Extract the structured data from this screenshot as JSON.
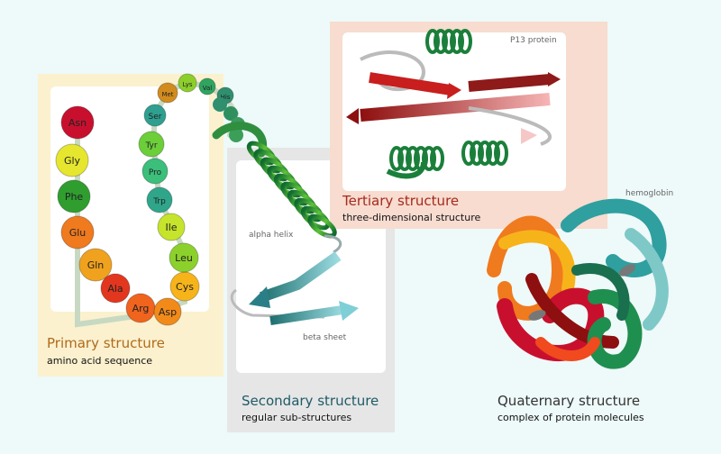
{
  "primary": {
    "title": "Primary structure",
    "subtitle": "amino acid sequence",
    "residues": [
      {
        "name": "Asn",
        "color": "#c8102e"
      },
      {
        "name": "Gly",
        "color": "#e6e62e"
      },
      {
        "name": "Phe",
        "color": "#2f9e2f"
      },
      {
        "name": "Glu",
        "color": "#f07a1e"
      },
      {
        "name": "Gln",
        "color": "#f0a21e"
      },
      {
        "name": "Ala",
        "color": "#e3361f"
      },
      {
        "name": "Arg",
        "color": "#f0641e"
      },
      {
        "name": "Asp",
        "color": "#f28a1a"
      },
      {
        "name": "Cys",
        "color": "#f6b41a"
      },
      {
        "name": "Leu",
        "color": "#8cd12b"
      },
      {
        "name": "Ile",
        "color": "#c5e42b"
      },
      {
        "name": "Trp",
        "color": "#2fa68a"
      },
      {
        "name": "Pro",
        "color": "#3bbf7a"
      },
      {
        "name": "Tyr",
        "color": "#6ccf3a"
      },
      {
        "name": "Ser",
        "color": "#2f9f90"
      },
      {
        "name": "Met",
        "color": "#d28c1e"
      },
      {
        "name": "Lys",
        "color": "#8ccf2b"
      },
      {
        "name": "Val",
        "color": "#2fa55f"
      },
      {
        "name": "His",
        "color": "#2f8f6f"
      }
    ]
  },
  "secondary": {
    "title": "Secondary structure",
    "subtitle": "regular sub-structures",
    "alpha_label": "alpha helix",
    "beta_label": "beta sheet"
  },
  "tertiary": {
    "title": "Tertiary structure",
    "subtitle": "three-dimensional structure",
    "protein_label": "P13 protein"
  },
  "quaternary": {
    "title": "Quaternary structure",
    "subtitle": "complex of protein molecules",
    "protein_label": "hemoglobin"
  }
}
